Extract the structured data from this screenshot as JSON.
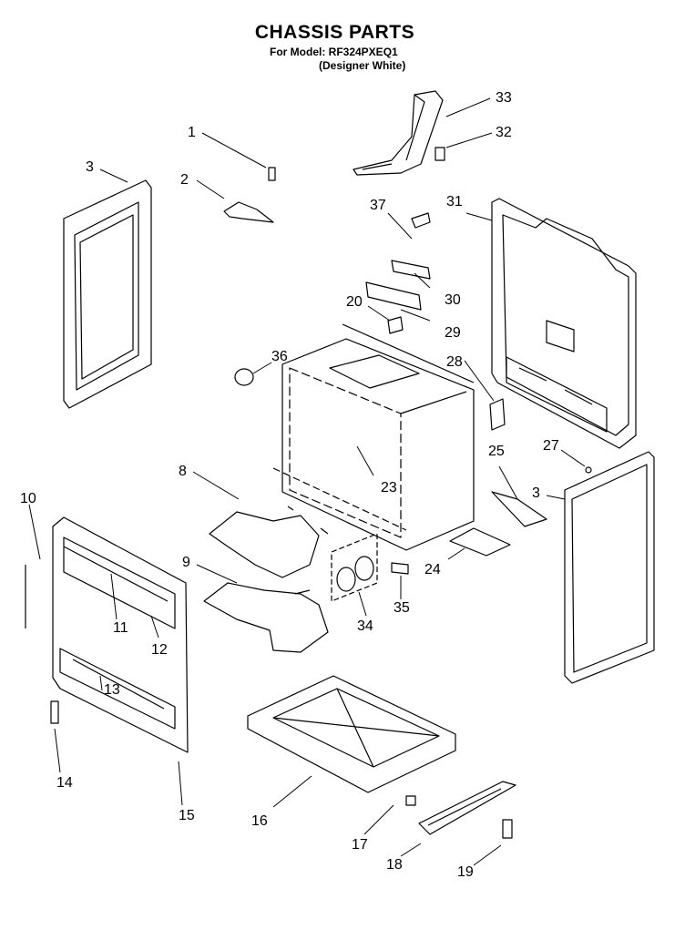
{
  "header": {
    "title": "CHASSIS PARTS",
    "model_line": "For Model: RF324PXEQ1",
    "finish_line": "(Designer White)"
  },
  "callouts": [
    {
      "id": "1",
      "text": "1"
    },
    {
      "id": "2",
      "text": "2"
    },
    {
      "id": "3a",
      "text": "3"
    },
    {
      "id": "3b",
      "text": "3"
    },
    {
      "id": "8",
      "text": "8"
    },
    {
      "id": "9",
      "text": "9"
    },
    {
      "id": "10",
      "text": "10"
    },
    {
      "id": "11",
      "text": "11"
    },
    {
      "id": "12",
      "text": "12"
    },
    {
      "id": "13",
      "text": "13"
    },
    {
      "id": "14",
      "text": "14"
    },
    {
      "id": "15",
      "text": "15"
    },
    {
      "id": "16",
      "text": "16"
    },
    {
      "id": "17",
      "text": "17"
    },
    {
      "id": "18",
      "text": "18"
    },
    {
      "id": "19",
      "text": "19"
    },
    {
      "id": "20",
      "text": "20"
    },
    {
      "id": "23",
      "text": "23"
    },
    {
      "id": "24",
      "text": "24"
    },
    {
      "id": "25",
      "text": "25"
    },
    {
      "id": "27",
      "text": "27"
    },
    {
      "id": "28",
      "text": "28"
    },
    {
      "id": "29",
      "text": "29"
    },
    {
      "id": "30",
      "text": "30"
    },
    {
      "id": "31",
      "text": "31"
    },
    {
      "id": "32",
      "text": "32"
    },
    {
      "id": "33",
      "text": "33"
    },
    {
      "id": "34",
      "text": "34"
    },
    {
      "id": "35",
      "text": "35"
    },
    {
      "id": "36",
      "text": "36"
    },
    {
      "id": "37",
      "text": "37"
    }
  ]
}
